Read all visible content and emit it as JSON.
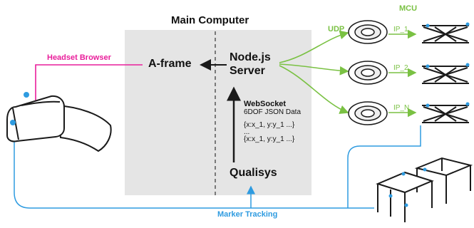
{
  "labels": {
    "main_computer": "Main Computer",
    "mcu": "MCU",
    "udp": "UDP",
    "headset_browser": "Headset Browser",
    "aframe": "A-frame",
    "nodejs": "Node.js",
    "server": "Server",
    "websocket": "WebSocket",
    "sixdof": "6DOF JSON Data",
    "json_line_1": "{x:x_1, y:y_1 ...}",
    "ellipsis": "...",
    "json_line_2": "{x:x_1, y:y_1 ...}",
    "qualisys": "Qualisys",
    "marker_tracking": "Marker Tracking",
    "ip_1": "IP_1",
    "ip_2": "IP_2",
    "ip_n": "IP_N"
  },
  "colors": {
    "panel": "#e5e5e5",
    "udp_green": "#7ac143",
    "headset_pink": "#e91e9b",
    "tracking_blue": "#2e9be0",
    "outline": "#1a1a1a"
  },
  "icons": [
    "vr-headset-icon",
    "router-icon",
    "scissor-lift-icon",
    "table-icon"
  ]
}
